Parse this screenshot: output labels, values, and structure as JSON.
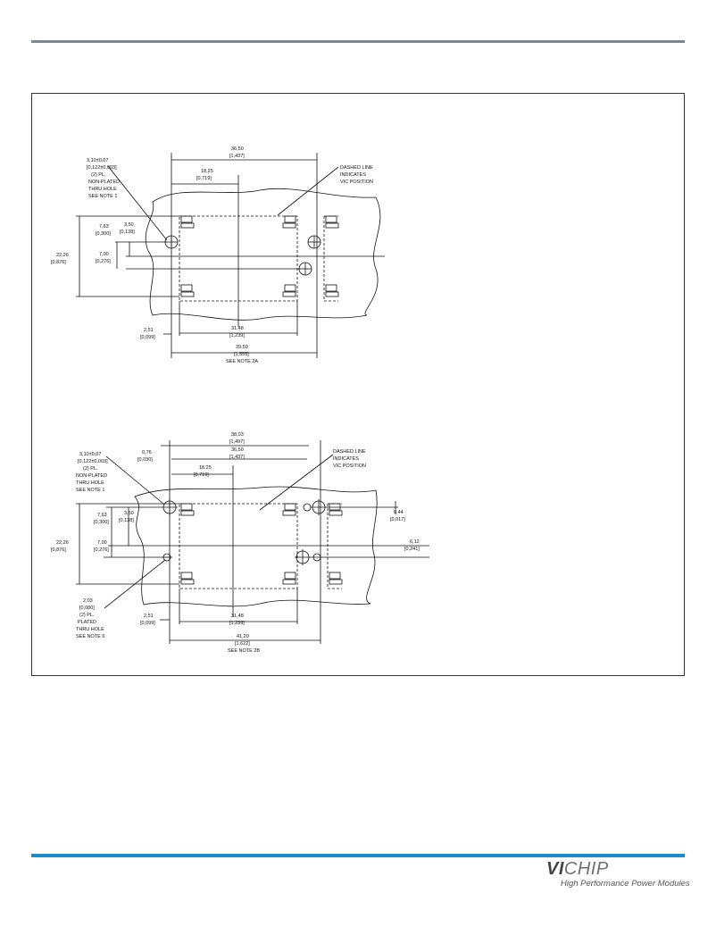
{
  "footer": {
    "logo_bold": "VI",
    "logo_rest": "CHIP",
    "tagline": "High Performance Power Modules"
  },
  "drawing_top": {
    "hole_dia": "3,10±0,07",
    "hole_dia_in": "[0,122±0,003]",
    "hole_qty": "(2) PL.",
    "hole_type": "NON-PLATED",
    "hole_type2": "THRU HOLE",
    "hole_note": "SEE NOTE 1",
    "dim_36_50": "36,50",
    "dim_36_50_in": "[1,437]",
    "dim_18_25": "18,25",
    "dim_18_25_in": "[0,719]",
    "dim_7_63": "7,63",
    "dim_7_63_in": "[0,300]",
    "dim_3_50": "3,50",
    "dim_3_50_in": "[0,138]",
    "dim_22_26": "22,26",
    "dim_22_26_in": "[0,876]",
    "dim_7_00": "7,00",
    "dim_7_00_in": "[0,276]",
    "dim_2_51": "2,51",
    "dim_2_51_in": "[0,099]",
    "dim_31_48": "31,48",
    "dim_31_48_in": "[1,239]",
    "dim_39_50": "39,50",
    "dim_39_50_in": "[1,555]",
    "dim_39_50_note": "SEE NOTE 2A",
    "dashed_1": "DASHED LINE",
    "dashed_2": "INDICATES",
    "dashed_3": "VIC POSITION"
  },
  "drawing_bottom": {
    "hole_dia": "3,10±0,07",
    "hole_dia_in": "[0,122±0,003]",
    "hole_qty": "(2) PL.",
    "hole_type": "NON-PLATED",
    "hole_type2": "THRU HOLE",
    "hole_note": "SEE NOTE 1",
    "dim_0_76": "0,76",
    "dim_0_76_in": "[0,030]",
    "dim_38_03": "38,03",
    "dim_38_03_in": "[1,497]",
    "dim_36_50": "36,50",
    "dim_36_50_in": "[1,437]",
    "dim_18_25": "18,25",
    "dim_18_25_in": "[0,719]",
    "dim_7_63": "7,63",
    "dim_7_63_in": "[0,300]",
    "dim_3_50": "3,50",
    "dim_3_50_in": "[0,138]",
    "dim_22_26": "22,26",
    "dim_22_26_in": "[0,876]",
    "dim_7_00": "7,00",
    "dim_7_00_in": "[0,276]",
    "dim_0_44": "0,44",
    "dim_0_44_in": "[0,017]",
    "dim_6_12": "6,12",
    "dim_6_12_in": "[0,241]",
    "plated_dia": "2,03",
    "plated_dia_in": "[0,080]",
    "plated_qty": "(2) PL.",
    "plated_type": "PLATED",
    "plated_type2": "THRU HOLE",
    "plated_note": "SEE NOTE 6",
    "dim_2_51": "2,51",
    "dim_2_51_in": "[0,099]",
    "dim_31_48": "31,48",
    "dim_31_48_in": "[1,239]",
    "dim_41_20": "41,20",
    "dim_41_20_in": "[1,622]",
    "dim_41_20_note": "SEE NOTE 2B",
    "dashed_1": "DASHED LINE",
    "dashed_2": "INDICATES",
    "dashed_3": "VIC POSITION"
  }
}
